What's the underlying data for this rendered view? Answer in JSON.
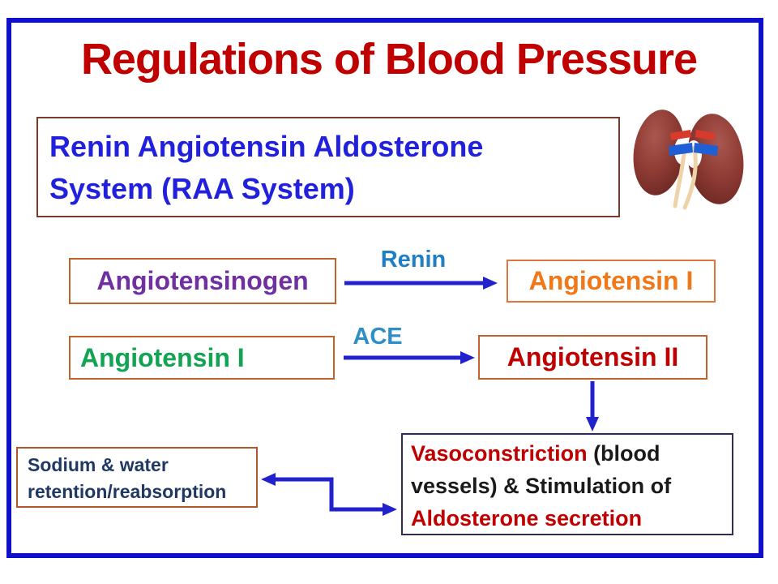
{
  "page": {
    "title": "Regulations of Blood Pressure"
  },
  "raa_box": {
    "lines": [
      "Renin Angiotensin Aldosterone",
      "System (RAA System)"
    ]
  },
  "icons": {
    "kidneys": "kidneys-illustration"
  },
  "flow": {
    "angiotensinogen": "Angiotensinogen",
    "renin_label": "Renin",
    "angiotensin_i_product": "Angiotensin I",
    "angiotensin_i_substrate": "Angiotensin I",
    "ace_label": "ACE",
    "angiotensin_ii": "Angiotensin II"
  },
  "vaso_box": {
    "segments": [
      {
        "text": "Vasoconstriction ",
        "color": "#C00000"
      },
      {
        "text": "(blood vessels) & Stimulation of ",
        "color": "#1A1A1A"
      },
      {
        "text": "Aldosterone secretion",
        "color": "#C00000"
      }
    ]
  },
  "sodium_box": {
    "lines": [
      "Sodium & water",
      "retention/reabsorption"
    ]
  },
  "colors": {
    "page_border": "#1010CC",
    "title_red": "#C00000",
    "raa_text_blue": "#2121DD",
    "raa_border_brown": "#7B3A2A",
    "box_border_orange": "#C0622C",
    "angiotensinogen_purple": "#7030A0",
    "angiotensin_i_orange": "#F07818",
    "angiotensin_i_green": "#12A452",
    "angiotensin_ii_red": "#C00000",
    "renin_blue": "#1F7EC4",
    "ace_blue": "#2E8FC8",
    "arrow_blue": "#2222CC",
    "sodium_text_navy": "#1F3864",
    "vaso_border_purple": "#332B52"
  }
}
